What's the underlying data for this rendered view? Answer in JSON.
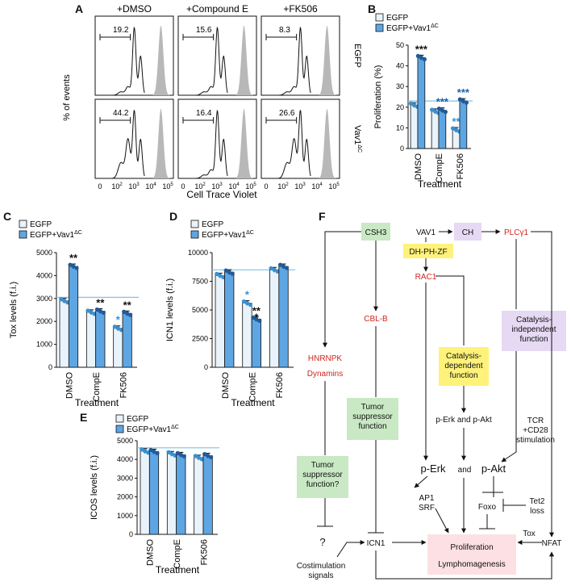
{
  "panels": {
    "A": "A",
    "B": "B",
    "C": "C",
    "D": "D",
    "E": "E",
    "F": "F"
  },
  "panel_a": {
    "columns": [
      "+DMSO",
      "+Compound E",
      "+FK506"
    ],
    "rows": [
      "EGFP",
      "Vav1"
    ],
    "row2_superscript": "ΔC",
    "gate_values": [
      [
        "19.2",
        "15.6",
        "8.3"
      ],
      [
        "44.2",
        "16.4",
        "26.6"
      ]
    ],
    "xlabel": "Cell Trace Violet",
    "ylabel": "% of events",
    "x_ticks": [
      "0",
      "10",
      "10",
      "10",
      "10"
    ],
    "x_tick_sup": [
      "",
      "2",
      "3",
      "4",
      "5"
    ]
  },
  "legend": {
    "egfp": "EGFP",
    "vav1": "EGFP+Vav1",
    "vav1_sup": "ΔC"
  },
  "colors": {
    "egfp": "#e9f3fb",
    "vav1": "#5ea6e3",
    "dot_egfp": "#3a8fd0",
    "dot_vav1": "#215a99",
    "ref_line": "#7cc4e8",
    "sig_black": "#111111",
    "sig_blue": "#3a8fd0",
    "sig_dblue": "#1f5fa6"
  },
  "chart_data": [
    {
      "id": "B",
      "type": "bar",
      "ylabel": "Proliferation (%)",
      "xlabel": "Treatment",
      "categories": [
        "DMSO",
        "CompE",
        "FK506"
      ],
      "ylim": [
        0,
        50
      ],
      "yticks": [
        "0",
        "10",
        "20",
        "30",
        "40",
        "50"
      ],
      "reference": 23,
      "series": [
        {
          "name": "EGFP",
          "values": [
            21,
            18,
            9
          ]
        },
        {
          "name": "EGFP+Vav1ΔC",
          "values": [
            44,
            18.5,
            23
          ]
        }
      ],
      "stars": [
        [
          "",
          "***"
        ],
        [
          "",
          "***"
        ],
        [
          "**",
          "***"
        ]
      ]
    },
    {
      "id": "C",
      "type": "bar",
      "ylabel": "Tox levels (f.i.)",
      "xlabel": "Treatment",
      "categories": [
        "DMSO",
        "CompE",
        "FK506"
      ],
      "ylim": [
        0,
        5000
      ],
      "yticks": [
        "0",
        "1000",
        "2000",
        "3000",
        "4000",
        "5000"
      ],
      "reference": 3050,
      "series": [
        {
          "name": "EGFP",
          "values": [
            2900,
            2400,
            1700
          ]
        },
        {
          "name": "EGFP+Vav1ΔC",
          "values": [
            4400,
            2450,
            2350
          ]
        }
      ],
      "stars": [
        [
          "",
          "**"
        ],
        [
          "",
          "**"
        ],
        [
          "*",
          "**"
        ]
      ]
    },
    {
      "id": "D",
      "type": "bar",
      "ylabel": "ICN1 levels (f.i.)",
      "xlabel": "Treatment",
      "categories": [
        "DMSO",
        "CompE",
        "FK506"
      ],
      "ylim": [
        0,
        10000
      ],
      "yticks": [
        "0",
        "2500",
        "5000",
        "7500",
        "10000"
      ],
      "reference": 8500,
      "series": [
        {
          "name": "EGFP",
          "values": [
            8000,
            5600,
            8500
          ]
        },
        {
          "name": "EGFP+Vav1ΔC",
          "values": [
            8300,
            4200,
            8800
          ]
        }
      ],
      "stars": [
        [
          "",
          ""
        ],
        [
          "*",
          "**\n*"
        ],
        [
          "",
          ""
        ]
      ]
    },
    {
      "id": "E",
      "type": "bar",
      "ylabel": "ICOS levels (f.i.)",
      "xlabel": "Treatment",
      "categories": [
        "DMSO",
        "CompE",
        "FK506"
      ],
      "ylim": [
        0,
        5000
      ],
      "yticks": [
        "0",
        "1000",
        "2000",
        "3000",
        "4000",
        "5000"
      ],
      "reference": 4620,
      "series": [
        {
          "name": "EGFP",
          "values": [
            4450,
            4300,
            4100
          ]
        },
        {
          "name": "EGFP+Vav1ΔC",
          "values": [
            4420,
            4250,
            4200
          ]
        }
      ],
      "stars": [
        [
          "",
          ""
        ],
        [
          "",
          ""
        ],
        [
          "",
          ""
        ]
      ]
    }
  ],
  "panel_f": {
    "vav1": "VAV1",
    "csh3": "CSH3",
    "ch": "CH",
    "dhphzf": "DH-PH-ZF",
    "plcg1": "PLCγ1",
    "rac1": "RAC1",
    "cblb": "CBL-B",
    "hnrnpk": "HNRNPK",
    "dynamins": "Dynamins",
    "cat_indep": "Catalysis-\nindependent\nfunction",
    "cat_dep": "Catalysis-\ndependent\nfunction",
    "tsf": "Tumor\nsuppressor\nfunction",
    "tsf_q": "Tumor\nsuppressor\nfunction?",
    "perk_small": "p-Erk and p-Akt",
    "perk_big1": "p-Erk",
    "perk_and": "and",
    "perk_big2": "p-Akt",
    "tcr": "TCR\n+CD28\nstimulation",
    "ap1": "AP1\nSRF",
    "foxo": "Foxo",
    "tet2": "Tet2\nloss",
    "tox": "Tox",
    "qmark": "?",
    "icn1": "ICN1",
    "nfat": "NFAT",
    "prolif": "Proliferation",
    "lymph": "Lymphomagenesis",
    "costim": "Costimulation\nsignals"
  }
}
